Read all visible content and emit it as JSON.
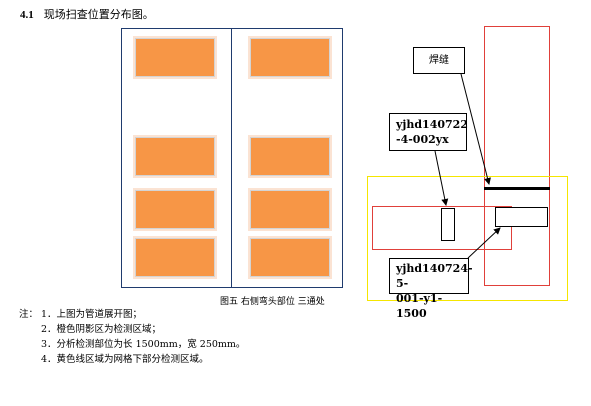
{
  "heading": {
    "number": "4.1",
    "title": "现场扫查位置分布图。"
  },
  "figure": {
    "caption": "图五  右侧弯头部位 三通处"
  },
  "diagram": {
    "weld_label": "焊缝",
    "sample_top_line1": "yjhd140722",
    "sample_top_line2": "-4-002yx",
    "sample_bottom_line1": "yjhd140724-5-",
    "sample_bottom_line2": "001-y1-1500",
    "colors": {
      "red_zone": "#e0403a",
      "yellow_zone": "#f5e600",
      "orange_area": "#f79646",
      "pipe_outline": "#1f3b6e"
    }
  },
  "notes": {
    "prefix": "注：",
    "items": [
      "1．上图为管道展开图；",
      "2．橙色阴影区为检测区域；",
      "3．分析检测部位为长 1500mm，宽 250mm。",
      "4．黄色线区域为网格下部分检测区域。"
    ]
  }
}
